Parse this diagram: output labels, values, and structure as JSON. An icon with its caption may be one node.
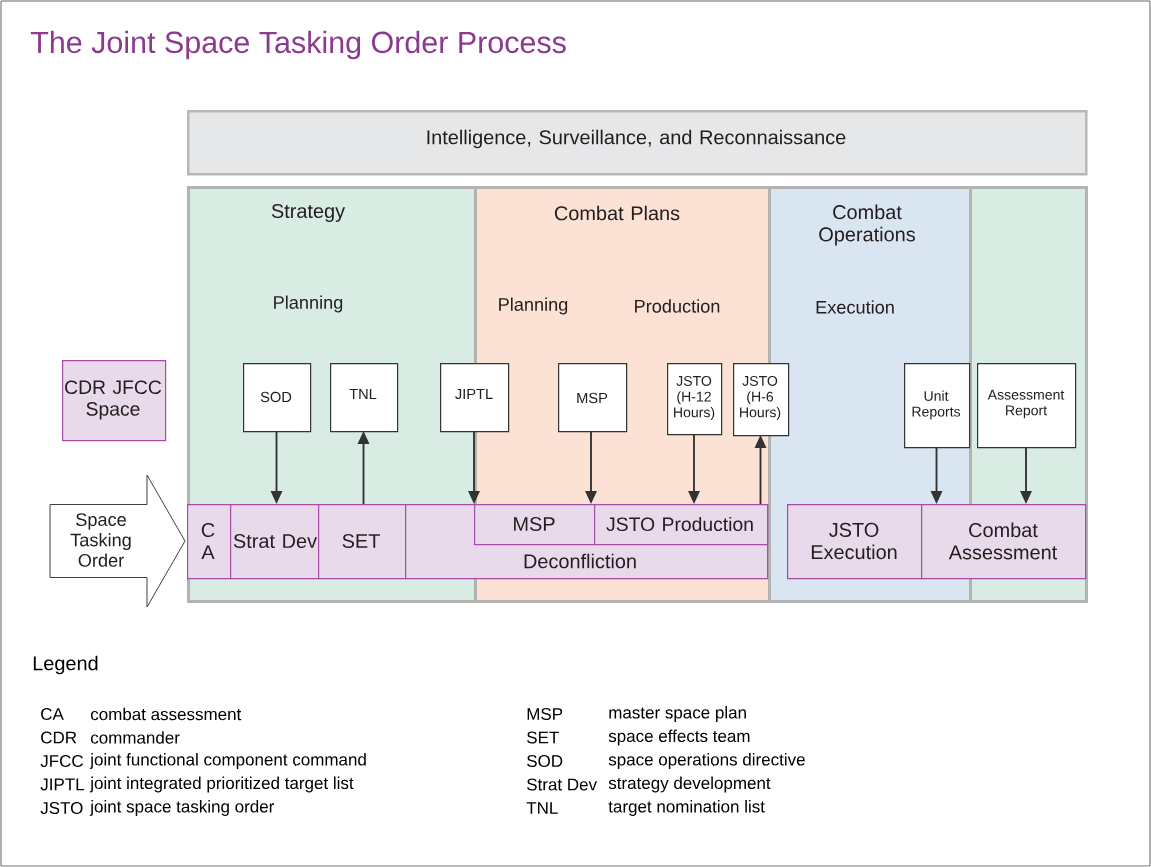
{
  "diagram": {
    "title": "The Joint Space Tasking Order Process",
    "nodes": [
      {
        "text": [
          "Intelligence, Surveillance, and Reconnaissance"
        ]
      },
      {
        "text": [
          "Strategy",
          "Planning"
        ]
      },
      {
        "text": [
          "Combat Plans",
          "Planning",
          "Production"
        ]
      },
      {
        "text": [
          "Combat Operations",
          "Execution"
        ]
      },
      {
        "text": [],
        "shape": "box"
      },
      {
        "text": [
          "CDR JFCC Space"
        ]
      },
      {
        "text": [
          "Space Tasking Order"
        ]
      },
      {
        "text": [
          "SOD"
        ],
        "in": 1
      },
      {
        "text": [
          "TNL"
        ],
        "in": 1
      },
      {
        "text": [
          "JIPTL"
        ]
      },
      {
        "text": [
          "MSP"
        ],
        "in": 2
      },
      {
        "text": [
          "JSTO (H-12 Hours)"
        ],
        "in": 2
      },
      {
        "text": [
          "JSTO (H-6 Hours)"
        ]
      },
      {
        "text": [
          "Unit Reports"
        ],
        "in": 3
      },
      {
        "text": [
          "Assessment Report"
        ],
        "in": 4
      },
      {
        "text": [
          "C A"
        ],
        "in": 1
      },
      {
        "text": [
          "Strat Dev"
        ],
        "in": 1
      },
      {
        "text": [
          "SET"
        ],
        "in": 1
      },
      {
        "text": [
          "Deconfliction"
        ]
      },
      {
        "text": [
          "MSP"
        ],
        "in": 18
      },
      {
        "text": [
          "JSTO Production"
        ],
        "in": 18
      },
      {
        "text": [
          "JSTO Execution"
        ],
        "in": 3
      },
      {
        "text": [
          "Combat Assessment"
        ]
      }
    ],
    "edges": [
      {
        "from": 7,
        "to": 16,
        "arrow": "to"
      },
      {
        "from": 17,
        "to": 8,
        "arrow": "to"
      },
      {
        "from": 9,
        "to": 18,
        "arrow": "to"
      },
      {
        "from": 10,
        "to": 19,
        "arrow": "to"
      },
      {
        "from": 11,
        "to": 20,
        "arrow": "to"
      },
      {
        "from": 20,
        "to": 12,
        "arrow": "to"
      },
      {
        "from": 13,
        "to": 22,
        "arrow": "to"
      },
      {
        "from": 14,
        "to": 22,
        "arrow": "to"
      },
      {
        "from": 6,
        "to": 15,
        "arrow": "to"
      }
    ],
    "labels": [
      "Legend",
      "CA",
      "combat assessment",
      "CDR",
      "commander",
      "JFCC",
      "joint functional component command",
      "JIPTL",
      "joint integrated prioritized target list",
      "JSTO",
      "joint space tasking order",
      "MSP",
      "master space plan",
      "SET",
      "space effects team",
      "SOD",
      "space operations directive",
      "Strat Dev",
      "strategy development",
      "TNL",
      "target nomination list"
    ]
  }
}
